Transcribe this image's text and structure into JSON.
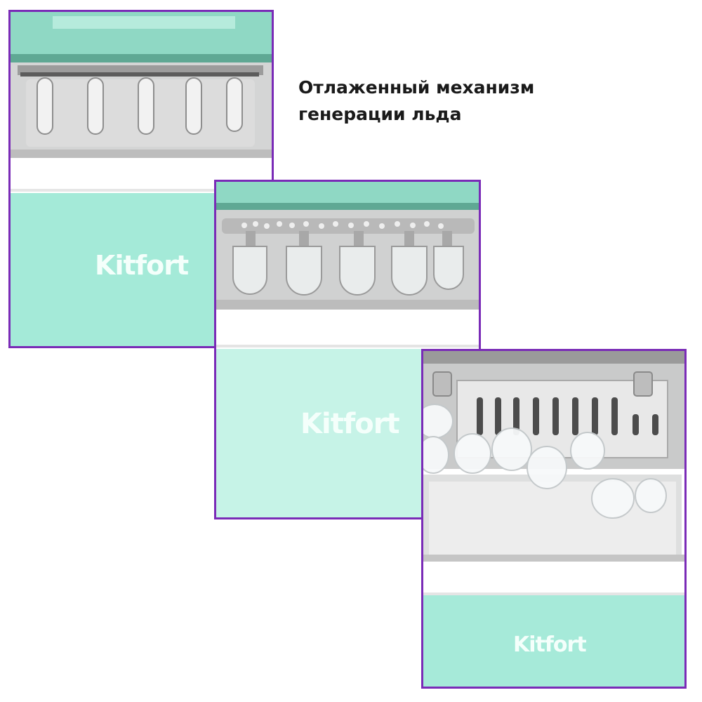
{
  "headline": {
    "line1": "Отлаженный механизм",
    "line2": "генерации льда"
  },
  "panels": [
    {
      "brand": "Kitfort"
    },
    {
      "brand": "Kitfort"
    },
    {
      "brand": "Kitfort"
    }
  ],
  "colors": {
    "frame": "#7a2bb7",
    "mint": "#a4ead8",
    "mint_light": "#c6f3e7",
    "lid_teal": "#8fd8c4",
    "interior_gray": "#cfd0d0",
    "white_body": "#ffffff"
  }
}
